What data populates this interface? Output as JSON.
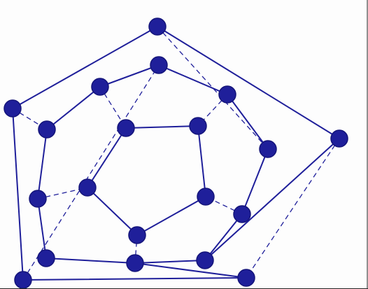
{
  "colors": {
    "ink": "#1f1f9a",
    "ink_dark": "#15157a",
    "paper": "#fdfdfd",
    "border": "#222222"
  },
  "nodes": [
    {
      "id": "o1",
      "ring": "outer"
    },
    {
      "id": "o2",
      "ring": "outer"
    },
    {
      "id": "o3",
      "ring": "outer"
    },
    {
      "id": "o4",
      "ring": "outer"
    },
    {
      "id": "o5",
      "ring": "outer"
    },
    {
      "id": "m1",
      "ring": "middle"
    },
    {
      "id": "m2",
      "ring": "middle"
    },
    {
      "id": "m3",
      "ring": "middle"
    },
    {
      "id": "m4",
      "ring": "middle"
    },
    {
      "id": "m5",
      "ring": "middle"
    },
    {
      "id": "m6",
      "ring": "middle"
    },
    {
      "id": "m7",
      "ring": "middle"
    },
    {
      "id": "m8",
      "ring": "middle"
    },
    {
      "id": "m9",
      "ring": "middle"
    },
    {
      "id": "m10",
      "ring": "middle"
    },
    {
      "id": "i1",
      "ring": "inner"
    },
    {
      "id": "i2",
      "ring": "inner"
    },
    {
      "id": "i3",
      "ring": "inner"
    },
    {
      "id": "i4",
      "ring": "inner"
    },
    {
      "id": "i5",
      "ring": "inner"
    }
  ],
  "edges": [
    {
      "from": "o1",
      "to": "o2",
      "style": "solid"
    },
    {
      "from": "o2",
      "to": "o3",
      "style": "solid"
    },
    {
      "from": "o3",
      "to": "o4",
      "style": "dashed"
    },
    {
      "from": "o4",
      "to": "o5",
      "style": "solid"
    },
    {
      "from": "o5",
      "to": "o1",
      "style": "solid"
    },
    {
      "from": "m1",
      "to": "m2",
      "style": "solid"
    },
    {
      "from": "m2",
      "to": "m3",
      "style": "solid"
    },
    {
      "from": "m3",
      "to": "m4",
      "style": "solid"
    },
    {
      "from": "m4",
      "to": "m5",
      "style": "solid"
    },
    {
      "from": "m5",
      "to": "m6",
      "style": "solid"
    },
    {
      "from": "m6",
      "to": "m7",
      "style": "solid"
    },
    {
      "from": "m7",
      "to": "m8",
      "style": "solid"
    },
    {
      "from": "m8",
      "to": "m9",
      "style": "solid"
    },
    {
      "from": "m9",
      "to": "m10",
      "style": "solid"
    },
    {
      "from": "m10",
      "to": "m1",
      "style": "solid"
    },
    {
      "from": "i1",
      "to": "i2",
      "style": "solid"
    },
    {
      "from": "i2",
      "to": "i3",
      "style": "solid"
    },
    {
      "from": "i3",
      "to": "i4",
      "style": "solid"
    },
    {
      "from": "i4",
      "to": "i5",
      "style": "solid"
    },
    {
      "from": "i5",
      "to": "i1",
      "style": "solid"
    },
    {
      "from": "o1",
      "to": "m1",
      "style": "dashed"
    },
    {
      "from": "o2",
      "to": "m5",
      "style": "dashed"
    },
    {
      "from": "o3",
      "to": "m7",
      "style": "solid"
    },
    {
      "from": "o4",
      "to": "m8",
      "style": "solid"
    },
    {
      "from": "o5",
      "to": "m3",
      "style": "dashed"
    },
    {
      "from": "m2",
      "to": "i2",
      "style": "dashed"
    },
    {
      "from": "m4",
      "to": "i3",
      "style": "dashed"
    },
    {
      "from": "m6",
      "to": "i4",
      "style": "dashed"
    },
    {
      "from": "m8",
      "to": "i5",
      "style": "dashed"
    },
    {
      "from": "m10",
      "to": "i1",
      "style": "dashed"
    }
  ]
}
